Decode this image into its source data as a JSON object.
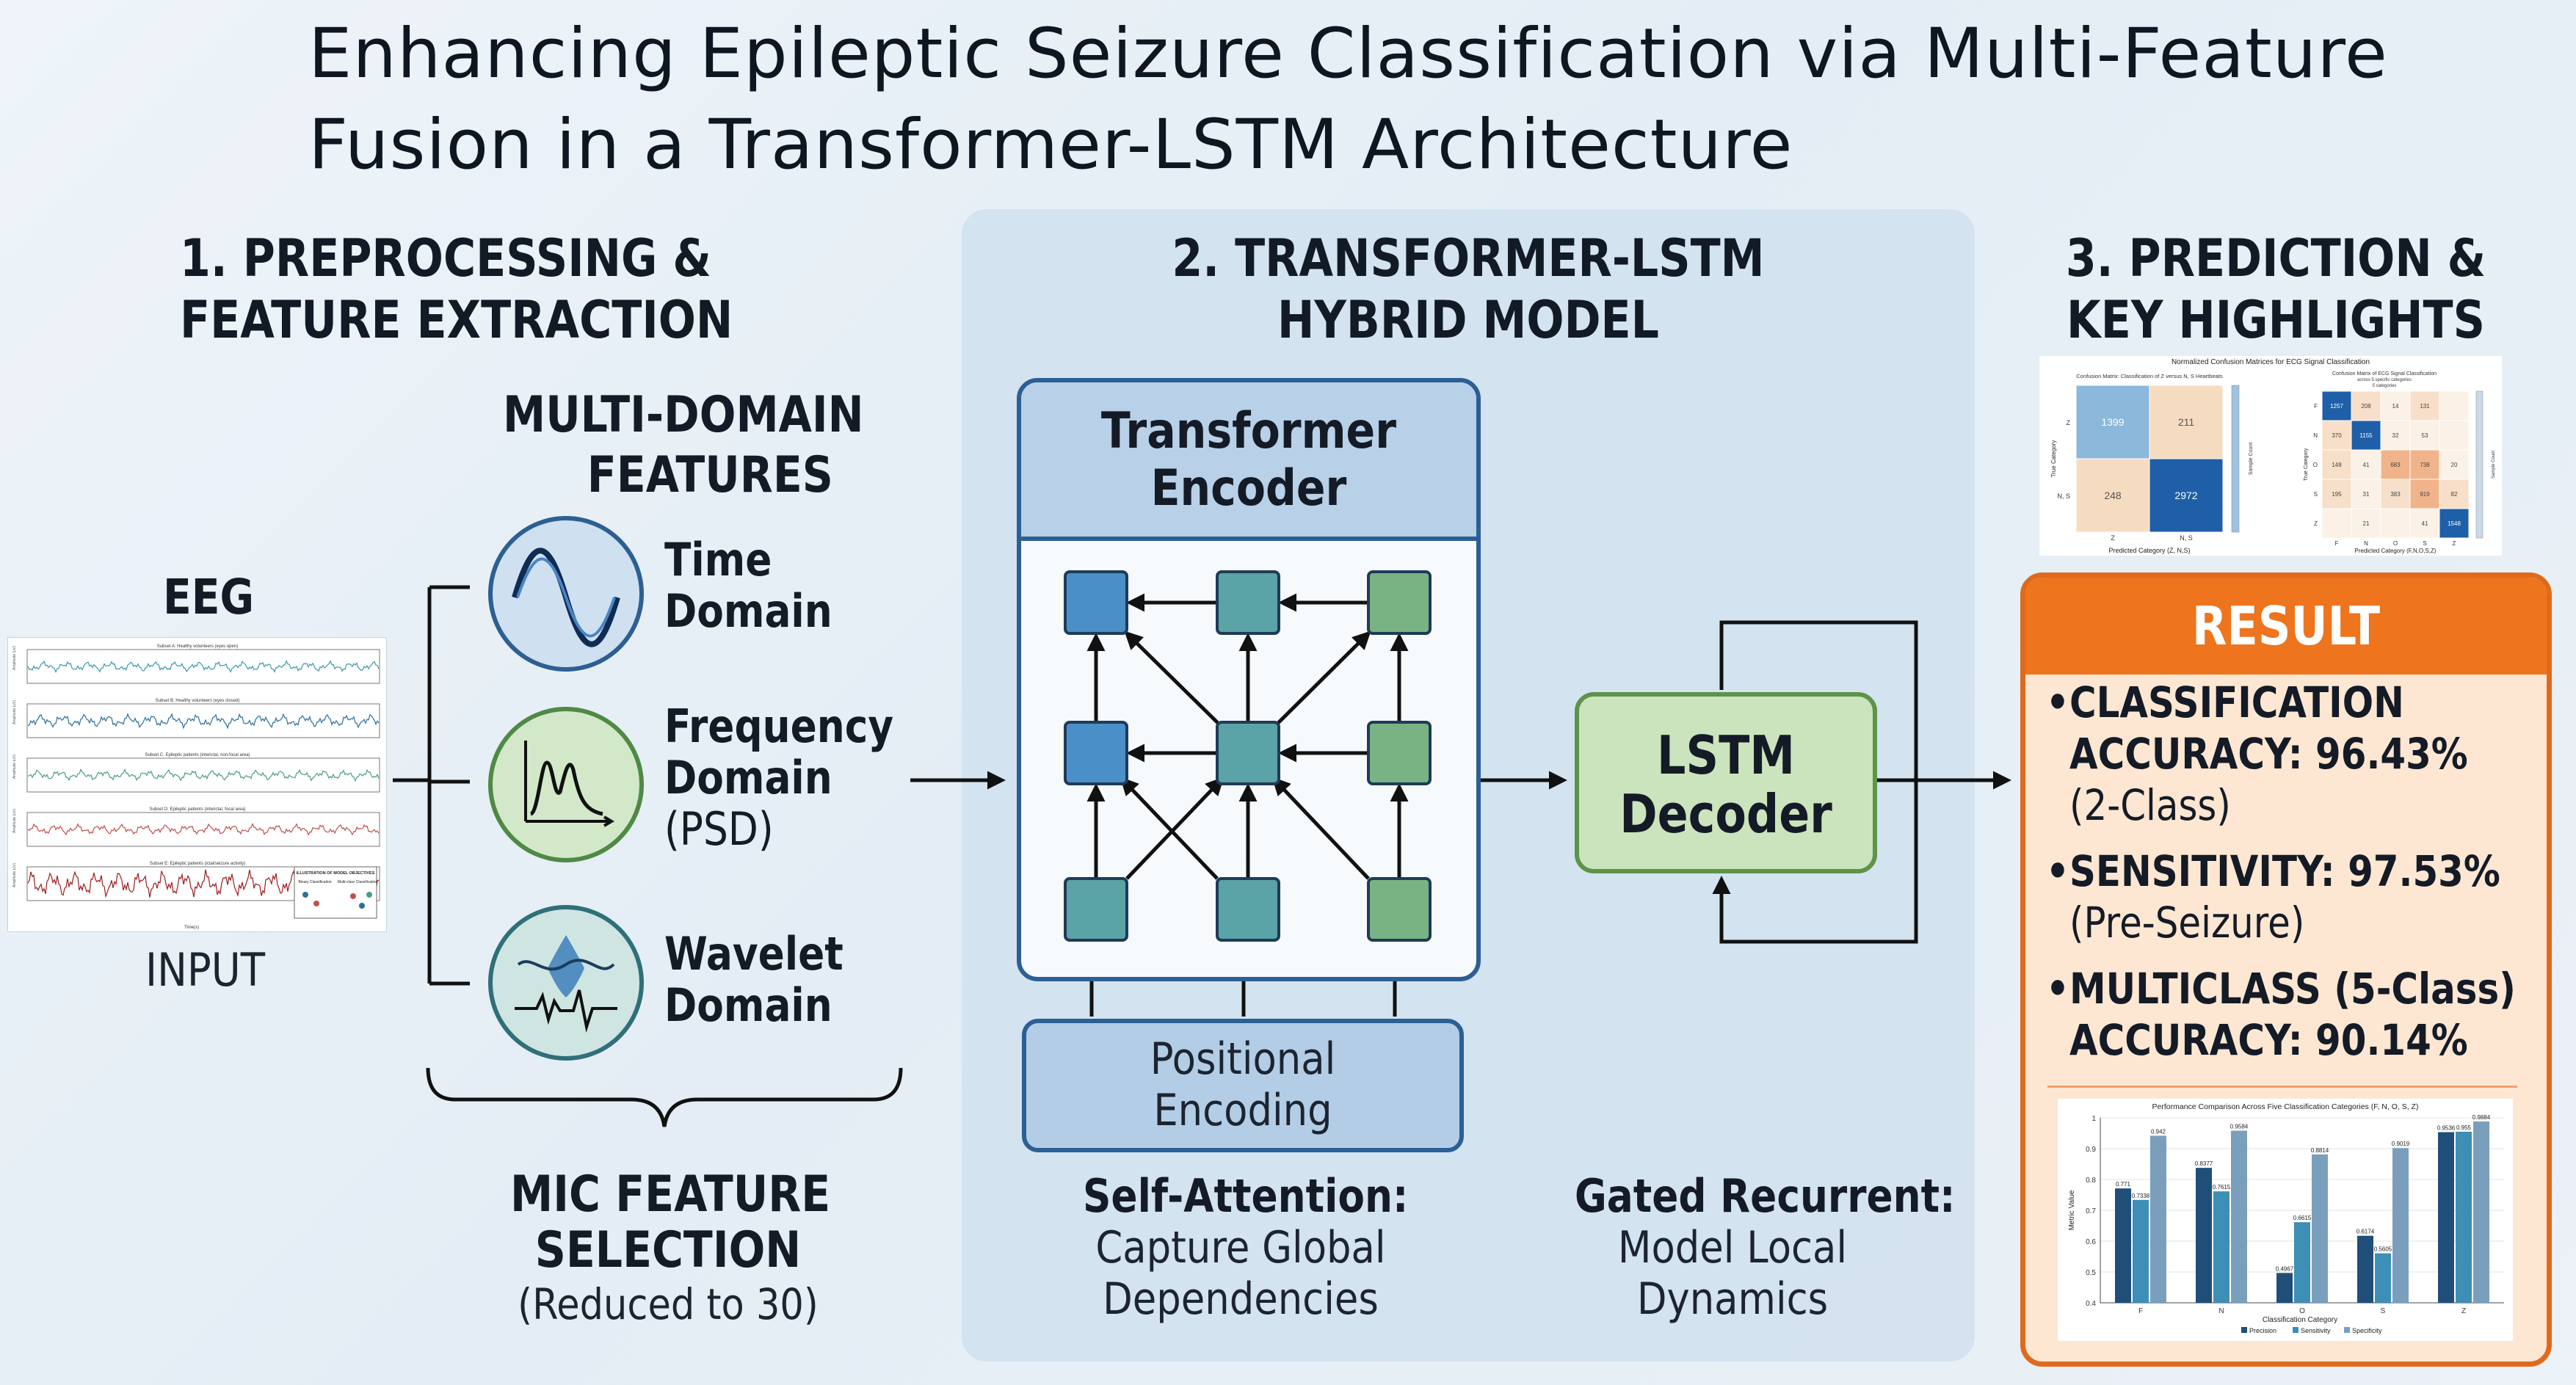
{
  "title": {
    "line1": "Enhancing Epileptic Seizure Classification via Multi-Feature",
    "line2": "Fusion in a Transformer-LSTM Architecture"
  },
  "section1": {
    "heading_line1": "1. PREPROCESSING &",
    "heading_line2": "FEATURE EXTRACTION",
    "eeg_label": "EEG",
    "input_label": "INPUT",
    "eeg_panel_titles": [
      "Subset A: Healthy volunteers (eyes open)",
      "Subset B: Healthy volunteers (eyes closed)",
      "Subset C: Epileptic patients (interictal, non-focal area)",
      "Subset D: Epileptic patients (interictal, focal area)",
      "Subset E: Epileptic patients (ictal/seizure activity)"
    ],
    "eeg_signal_colors": [
      "#3a9aa8",
      "#2b6f9a",
      "#4a9c8a",
      "#c0504d",
      "#9c1c1c"
    ],
    "eeg_axis_label": "Time(s)",
    "eeg_legend_title": "ILLUSTRATION OF MODEL OBJECTIVES",
    "eeg_legend_items": [
      "Binary Classification",
      "Multi-class Classification"
    ],
    "features_heading_line1": "MULTI-DOMAIN",
    "features_heading_line2": "FEATURES",
    "features": [
      {
        "line1": "Time",
        "line2": "Domain",
        "line3": "",
        "icon": "sine-wave-icon",
        "color": "#cfe0f1",
        "border": "#2d5f92"
      },
      {
        "line1": "Frequency",
        "line2": "Domain",
        "line3": "(PSD)",
        "icon": "psd-plot-icon",
        "color": "#d3e8c9",
        "border": "#4f8a44"
      },
      {
        "line1": "Wavelet",
        "line2": "Domain",
        "line3": "",
        "icon": "wavelet-icon",
        "color": "#cfe5e2",
        "border": "#2f6f7a"
      }
    ],
    "mic_line1": "MIC FEATURE",
    "mic_line2": "SELECTION",
    "mic_line3": "(Reduced to 30)"
  },
  "section2": {
    "heading_line1": "2. TRANSFORMER-LSTM",
    "heading_line2": "HYBRID MODEL",
    "encoder_line1": "Transformer",
    "encoder_line2": "Encoder",
    "positional_line1": "Positional",
    "positional_line2": "Encoding",
    "lstm_line1": "LSTM",
    "lstm_line2": "Decoder",
    "self_attention_line1": "Self-Attention:",
    "self_attention_line2": "Capture Global",
    "self_attention_line3": "Dependencies",
    "gated_line1": "Gated Recurrent:",
    "gated_line2": "Model Local",
    "gated_line3": "Dynamics",
    "node_colors": {
      "blue": "#4b8fc8",
      "teal": "#5aa3a6",
      "green": "#79b383"
    }
  },
  "section3": {
    "heading_line1": "3. PREDICTION &",
    "heading_line2": "KEY HIGHLIGHTS",
    "cm_title": "Normalized Confusion Matrices for ECG Signal Classification",
    "cm_left": {
      "title": "Confusion Matrix: Classification of Z versus N, S Heartbeats",
      "rows": [
        "Z",
        "N, S"
      ],
      "cols": [
        "Z",
        "N, S"
      ],
      "values": [
        [
          1399,
          211
        ],
        [
          248,
          2972
        ]
      ],
      "xlabel": "Predicted Category (Z, N,S)",
      "ylabel": "True Category",
      "colorbar_label": "Sample Count"
    },
    "cm_right": {
      "title_line1": "Confusion Matrix of ECG Signal Classification",
      "title_line2": "across 5 specific categories",
      "title_line3": "5 categories",
      "rows": [
        "F",
        "N",
        "O",
        "S",
        "Z"
      ],
      "cols": [
        "F",
        "N",
        "O",
        "S",
        "Z"
      ],
      "values": [
        [
          1257,
          208,
          14,
          131,
          ""
        ],
        [
          370,
          1155,
          32,
          53,
          ""
        ],
        [
          148,
          41,
          683,
          738,
          20
        ],
        [
          195,
          31,
          383,
          919,
          82
        ],
        [
          "",
          21,
          "",
          41,
          1548
        ]
      ],
      "xlabel": "Predicted Category (F,N,O,S,Z)",
      "ylabel": "True Category",
      "colorbar_label": "Sample Count"
    },
    "result_title": "RESULT",
    "bullets": [
      {
        "line1": "CLASSIFICATION",
        "line2": "ACCURACY: 96.43%",
        "line3": "(2-Class)"
      },
      {
        "line1": "SENSITIVITY: 97.53%",
        "line2": "(Pre-Seizure)",
        "line3": ""
      },
      {
        "line1": "MULTICLASS (5-Class)",
        "line2": "ACCURACY: 90.14%",
        "line3": ""
      }
    ]
  },
  "chart_data": {
    "type": "bar",
    "title": "Performance Comparison Across Five Classification Categories (F, N, O, S, Z)",
    "xlabel": "Classification Category",
    "ylabel": "Metric Value",
    "categories": [
      "F",
      "N",
      "O",
      "S",
      "Z"
    ],
    "ylim": [
      0.4,
      1.0
    ],
    "yticks": [
      "0.4",
      "0.5",
      "0.6",
      "0.7",
      "0.8",
      "0.9",
      "1"
    ],
    "legend_position": "bottom",
    "series": [
      {
        "name": "Precision",
        "color": "#1f4e79",
        "values": [
          0.771,
          0.8377,
          0.4967,
          0.6174,
          0.9536
        ]
      },
      {
        "name": "Sensitivity",
        "color": "#3d8fb5",
        "values": [
          0.7338,
          0.7615,
          0.6615,
          0.5605,
          0.955
        ]
      },
      {
        "name": "Specificity",
        "color": "#7a9fbd",
        "values": [
          0.942,
          0.9584,
          0.8814,
          0.9019,
          0.9884
        ]
      }
    ],
    "bar_labels": [
      [
        "0.771",
        "0.8377",
        "0.4967",
        "0.6174",
        "0.9536"
      ],
      [
        "0.7338",
        "0.7615",
        "0.6615",
        "0.5605",
        "0.955"
      ],
      [
        "0.942",
        "0.9584",
        "0.8814",
        "0.9019",
        "0.9884"
      ]
    ]
  }
}
